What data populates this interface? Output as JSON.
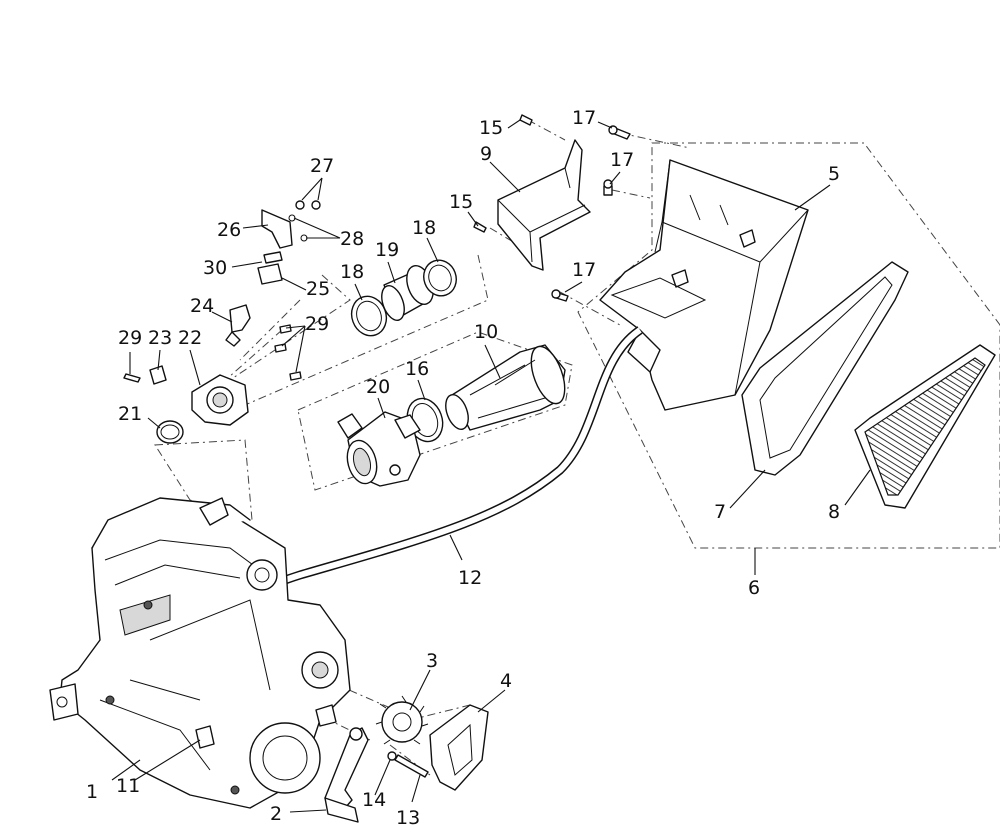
{
  "diagram": {
    "type": "exploded-parts-diagram",
    "line_color": "#111111",
    "background": "#ffffff",
    "callouts": {
      "c1": "1",
      "c2": "2",
      "c3": "3",
      "c4": "4",
      "c5": "5",
      "c6": "6",
      "c7": "7",
      "c8": "8",
      "c9": "9",
      "c10": "10",
      "c11": "11",
      "c12": "12",
      "c13": "13",
      "c14": "14",
      "c15a": "15",
      "c15b": "15",
      "c16": "16",
      "c17a": "17",
      "c17b": "17",
      "c17c": "17",
      "c18a": "18",
      "c18b": "18",
      "c19": "19",
      "c20": "20",
      "c21": "21",
      "c22": "22",
      "c23": "23",
      "c24": "24",
      "c25": "25",
      "c26": "26",
      "c27": "27",
      "c28": "28",
      "c29a": "29",
      "c29b": "29",
      "c30": "30"
    }
  }
}
